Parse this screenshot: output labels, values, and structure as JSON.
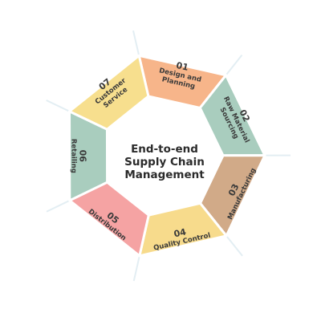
{
  "diagram": {
    "title_lines": [
      "End-to-end",
      "Supply Chain",
      "Management"
    ],
    "segments": [
      {
        "number": "01",
        "label_lines": [
          "Design and",
          "Planning"
        ],
        "color": "#F7B58A"
      },
      {
        "number": "02",
        "label_lines": [
          "Raw Material",
          "Sourcing"
        ],
        "color": "#A9CDBE"
      },
      {
        "number": "03",
        "label_lines": [
          "Manufacturing"
        ],
        "color": "#D1AA88"
      },
      {
        "number": "04",
        "label_lines": [
          "Quality Control"
        ],
        "color": "#F7DB8C"
      },
      {
        "number": "05",
        "label_lines": [
          "Distribution"
        ],
        "color": "#F5A3A3"
      },
      {
        "number": "06",
        "label_lines": [
          "Retailing"
        ],
        "color": "#A9CDBE"
      },
      {
        "number": "07",
        "label_lines": [
          "Customer",
          "Service"
        ],
        "color": "#F7DF8E"
      }
    ],
    "spoke_color": "#E3EEF3",
    "background": "#ffffff"
  }
}
